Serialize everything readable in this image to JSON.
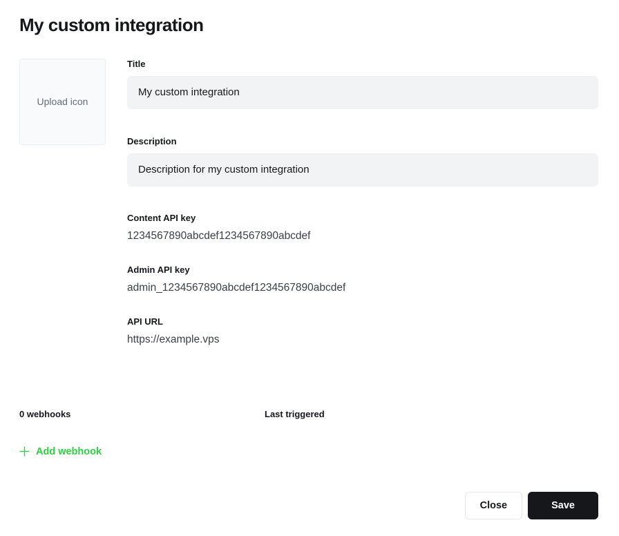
{
  "page": {
    "title": "My custom integration"
  },
  "upload": {
    "label": "Upload icon"
  },
  "form": {
    "title": {
      "label": "Title",
      "value": "My custom integration"
    },
    "description": {
      "label": "Description",
      "value": "Description for my custom integration"
    },
    "content_api_key": {
      "label": "Content API key",
      "value": "1234567890abcdef1234567890abcdef"
    },
    "admin_api_key": {
      "label": "Admin API key",
      "value": "admin_1234567890abcdef1234567890abcdef"
    },
    "api_url": {
      "label": "API URL",
      "value": "https://example.vps"
    }
  },
  "webhooks": {
    "count_label": "0 webhooks",
    "last_triggered_label": "Last triggered",
    "add_label": "Add webhook"
  },
  "footer": {
    "close_label": "Close",
    "save_label": "Save"
  },
  "colors": {
    "accent_green": "#30cf43",
    "save_button_bg": "#15171a",
    "input_bg": "#f1f3f4"
  }
}
